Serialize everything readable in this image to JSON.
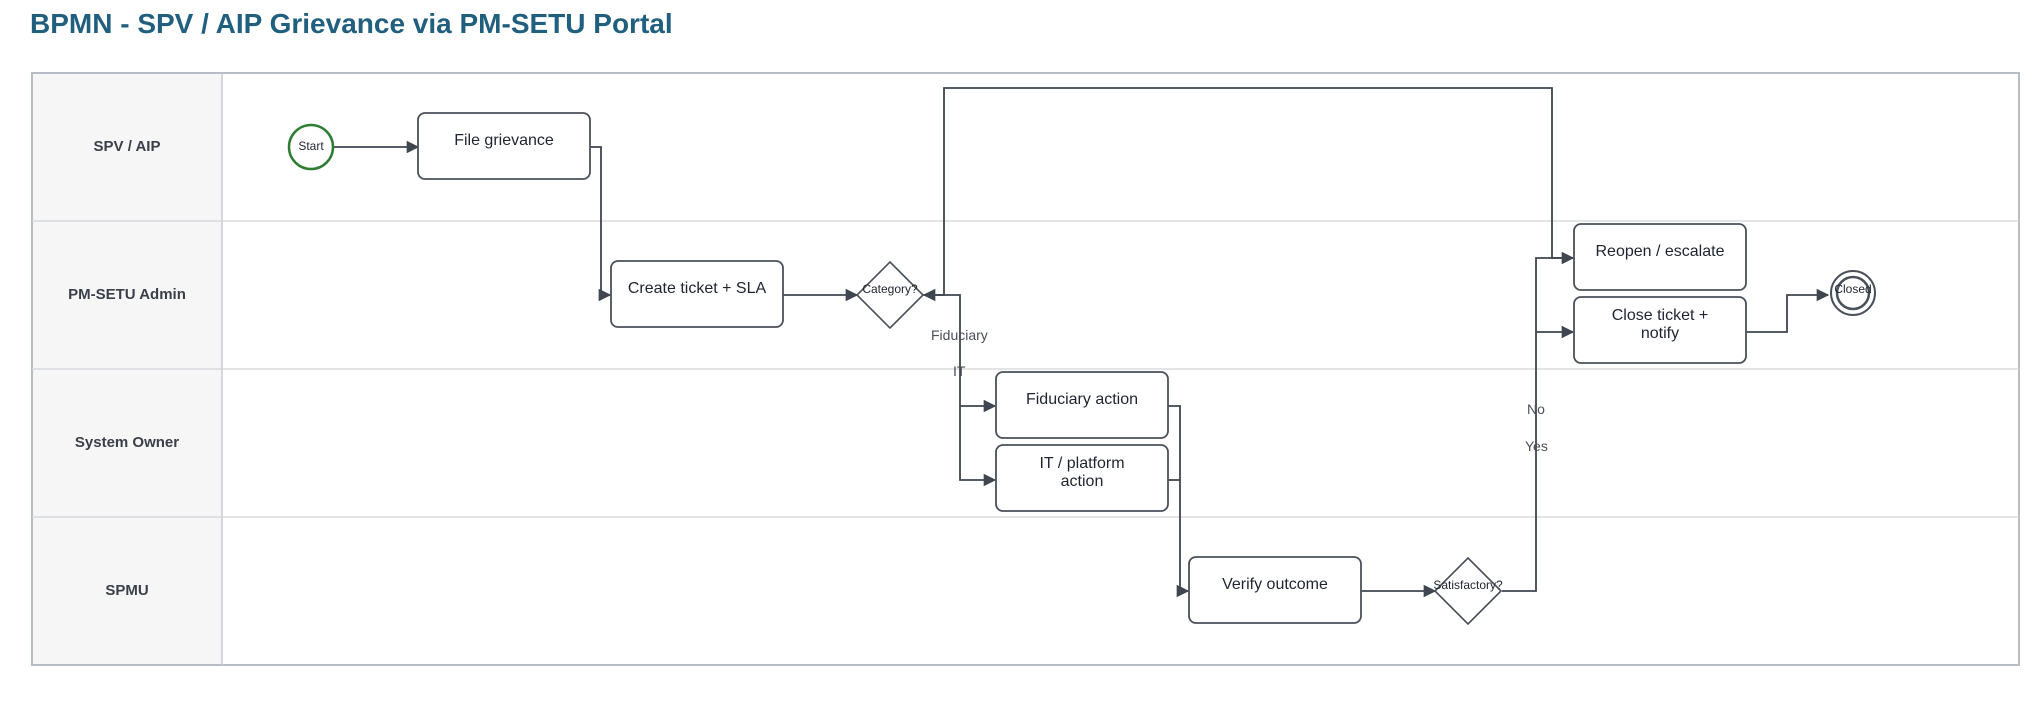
{
  "diagram": {
    "title": "BPMN - SPV / AIP Grievance via PM-SETU Portal",
    "lanes": [
      {
        "id": "spv",
        "label": "SPV / AIP"
      },
      {
        "id": "admin",
        "label": "PM-SETU Admin"
      },
      {
        "id": "owner",
        "label": "System Owner"
      },
      {
        "id": "spmu",
        "label": "SPMU"
      }
    ],
    "nodes": {
      "start": {
        "label": "Start"
      },
      "file_grievance": {
        "label": "File grievance"
      },
      "create_ticket": {
        "label": "Create ticket + SLA"
      },
      "category": {
        "label": "Category?"
      },
      "fiduciary_action": {
        "label": "Fiduciary action"
      },
      "it_action_line1": {
        "label": "IT / platform"
      },
      "it_action_line2": {
        "label": "action"
      },
      "verify": {
        "label": "Verify outcome"
      },
      "satisfactory": {
        "label": "Satisfactory?"
      },
      "reopen": {
        "label": "Reopen / escalate"
      },
      "close_line1": {
        "label": "Close ticket +"
      },
      "close_line2": {
        "label": "notify"
      },
      "closed": {
        "label": "Closed"
      }
    },
    "edge_labels": {
      "fiduciary": "Fiduciary",
      "it": "IT",
      "no": "No",
      "yes": "Yes"
    }
  }
}
